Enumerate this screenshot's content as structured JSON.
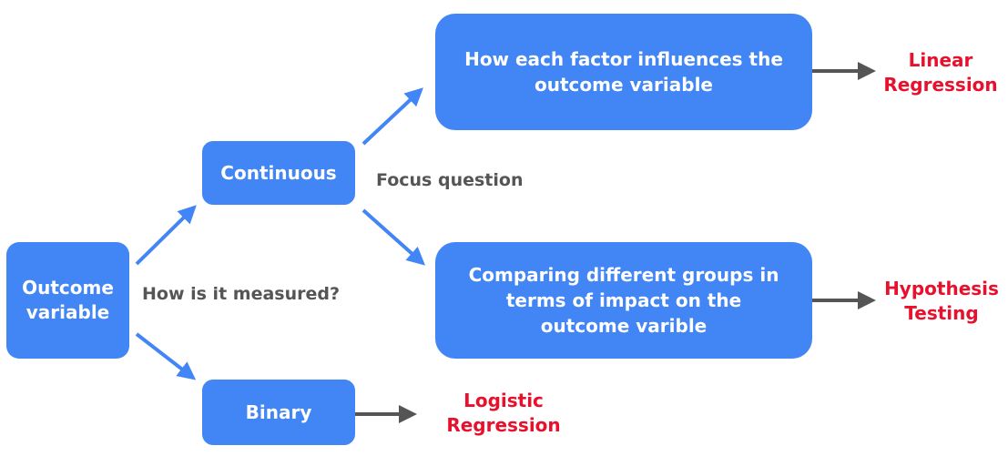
{
  "nodes": {
    "outcome": "Outcome variable",
    "continuous": "Continuous",
    "binary": "Binary",
    "factor": "How each factor influences the outcome variable",
    "compare": "Comparing different groups in terms of impact on the outcome varible"
  },
  "labels": {
    "measured": "How is it measured?",
    "focus": "Focus question"
  },
  "results": {
    "linear": [
      "Linear",
      "Regression"
    ],
    "hypothesis": [
      "Hypothesis",
      "Testing"
    ],
    "logistic": [
      "Logistic",
      "Regression"
    ]
  },
  "colors": {
    "node_fill": "#4285f4",
    "blue_arrow": "#4285f4",
    "dark_arrow": "#555555",
    "result_text": "#e8112d",
    "label_text": "#555555"
  }
}
